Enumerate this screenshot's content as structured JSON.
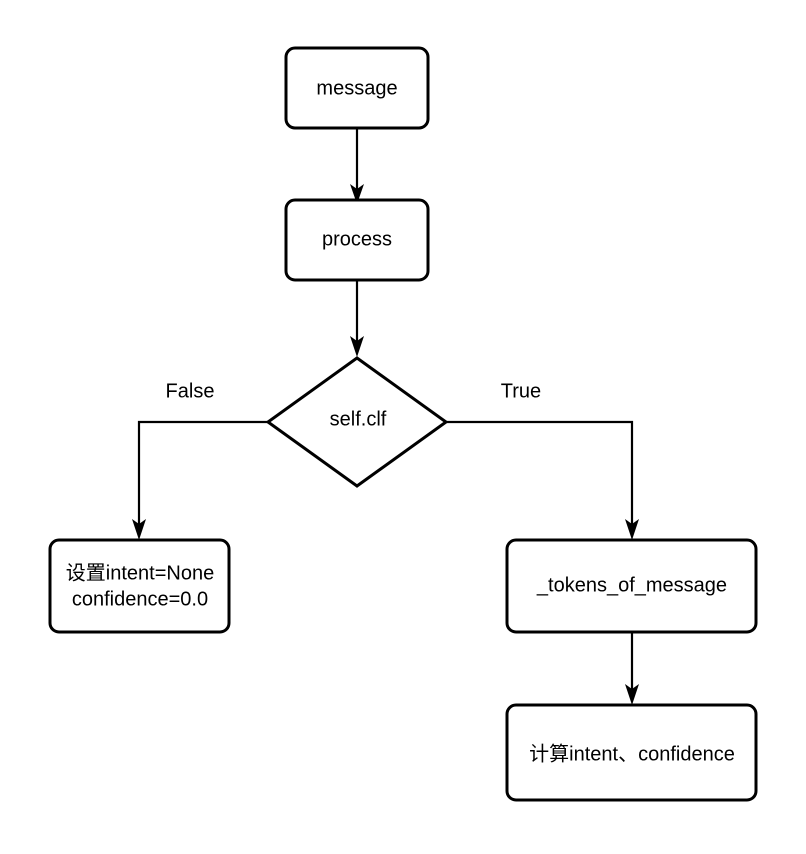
{
  "diagram": {
    "type": "flowchart",
    "orientation": "top-down",
    "background_color": "#ffffff",
    "stroke_color": "#000000",
    "text_color": "#000000",
    "nodes": [
      {
        "id": "message",
        "shape": "rounded-rect",
        "label": "message"
      },
      {
        "id": "process",
        "shape": "rounded-rect",
        "label": "process"
      },
      {
        "id": "self_clf",
        "shape": "diamond",
        "label": "self.clf"
      },
      {
        "id": "set_intent_none",
        "shape": "rounded-rect",
        "label_line1": "设置intent=None",
        "label_line2": "confidence=0.0"
      },
      {
        "id": "tokens_of_message",
        "shape": "rounded-rect",
        "label": "_tokens_of_message"
      },
      {
        "id": "compute_intent",
        "shape": "rounded-rect",
        "label": "计算intent、confidence"
      }
    ],
    "edges": [
      {
        "id": "message-to-process",
        "from": "message",
        "to": "process",
        "label": ""
      },
      {
        "id": "process-to-self-clf",
        "from": "process",
        "to": "self_clf",
        "label": ""
      },
      {
        "id": "self-clf-false",
        "from": "self_clf",
        "to": "set_intent_none",
        "label": "False"
      },
      {
        "id": "self-clf-true",
        "from": "self_clf",
        "to": "tokens_of_message",
        "label": "True"
      },
      {
        "id": "tokens-to-compute",
        "from": "tokens_of_message",
        "to": "compute_intent",
        "label": ""
      }
    ]
  }
}
